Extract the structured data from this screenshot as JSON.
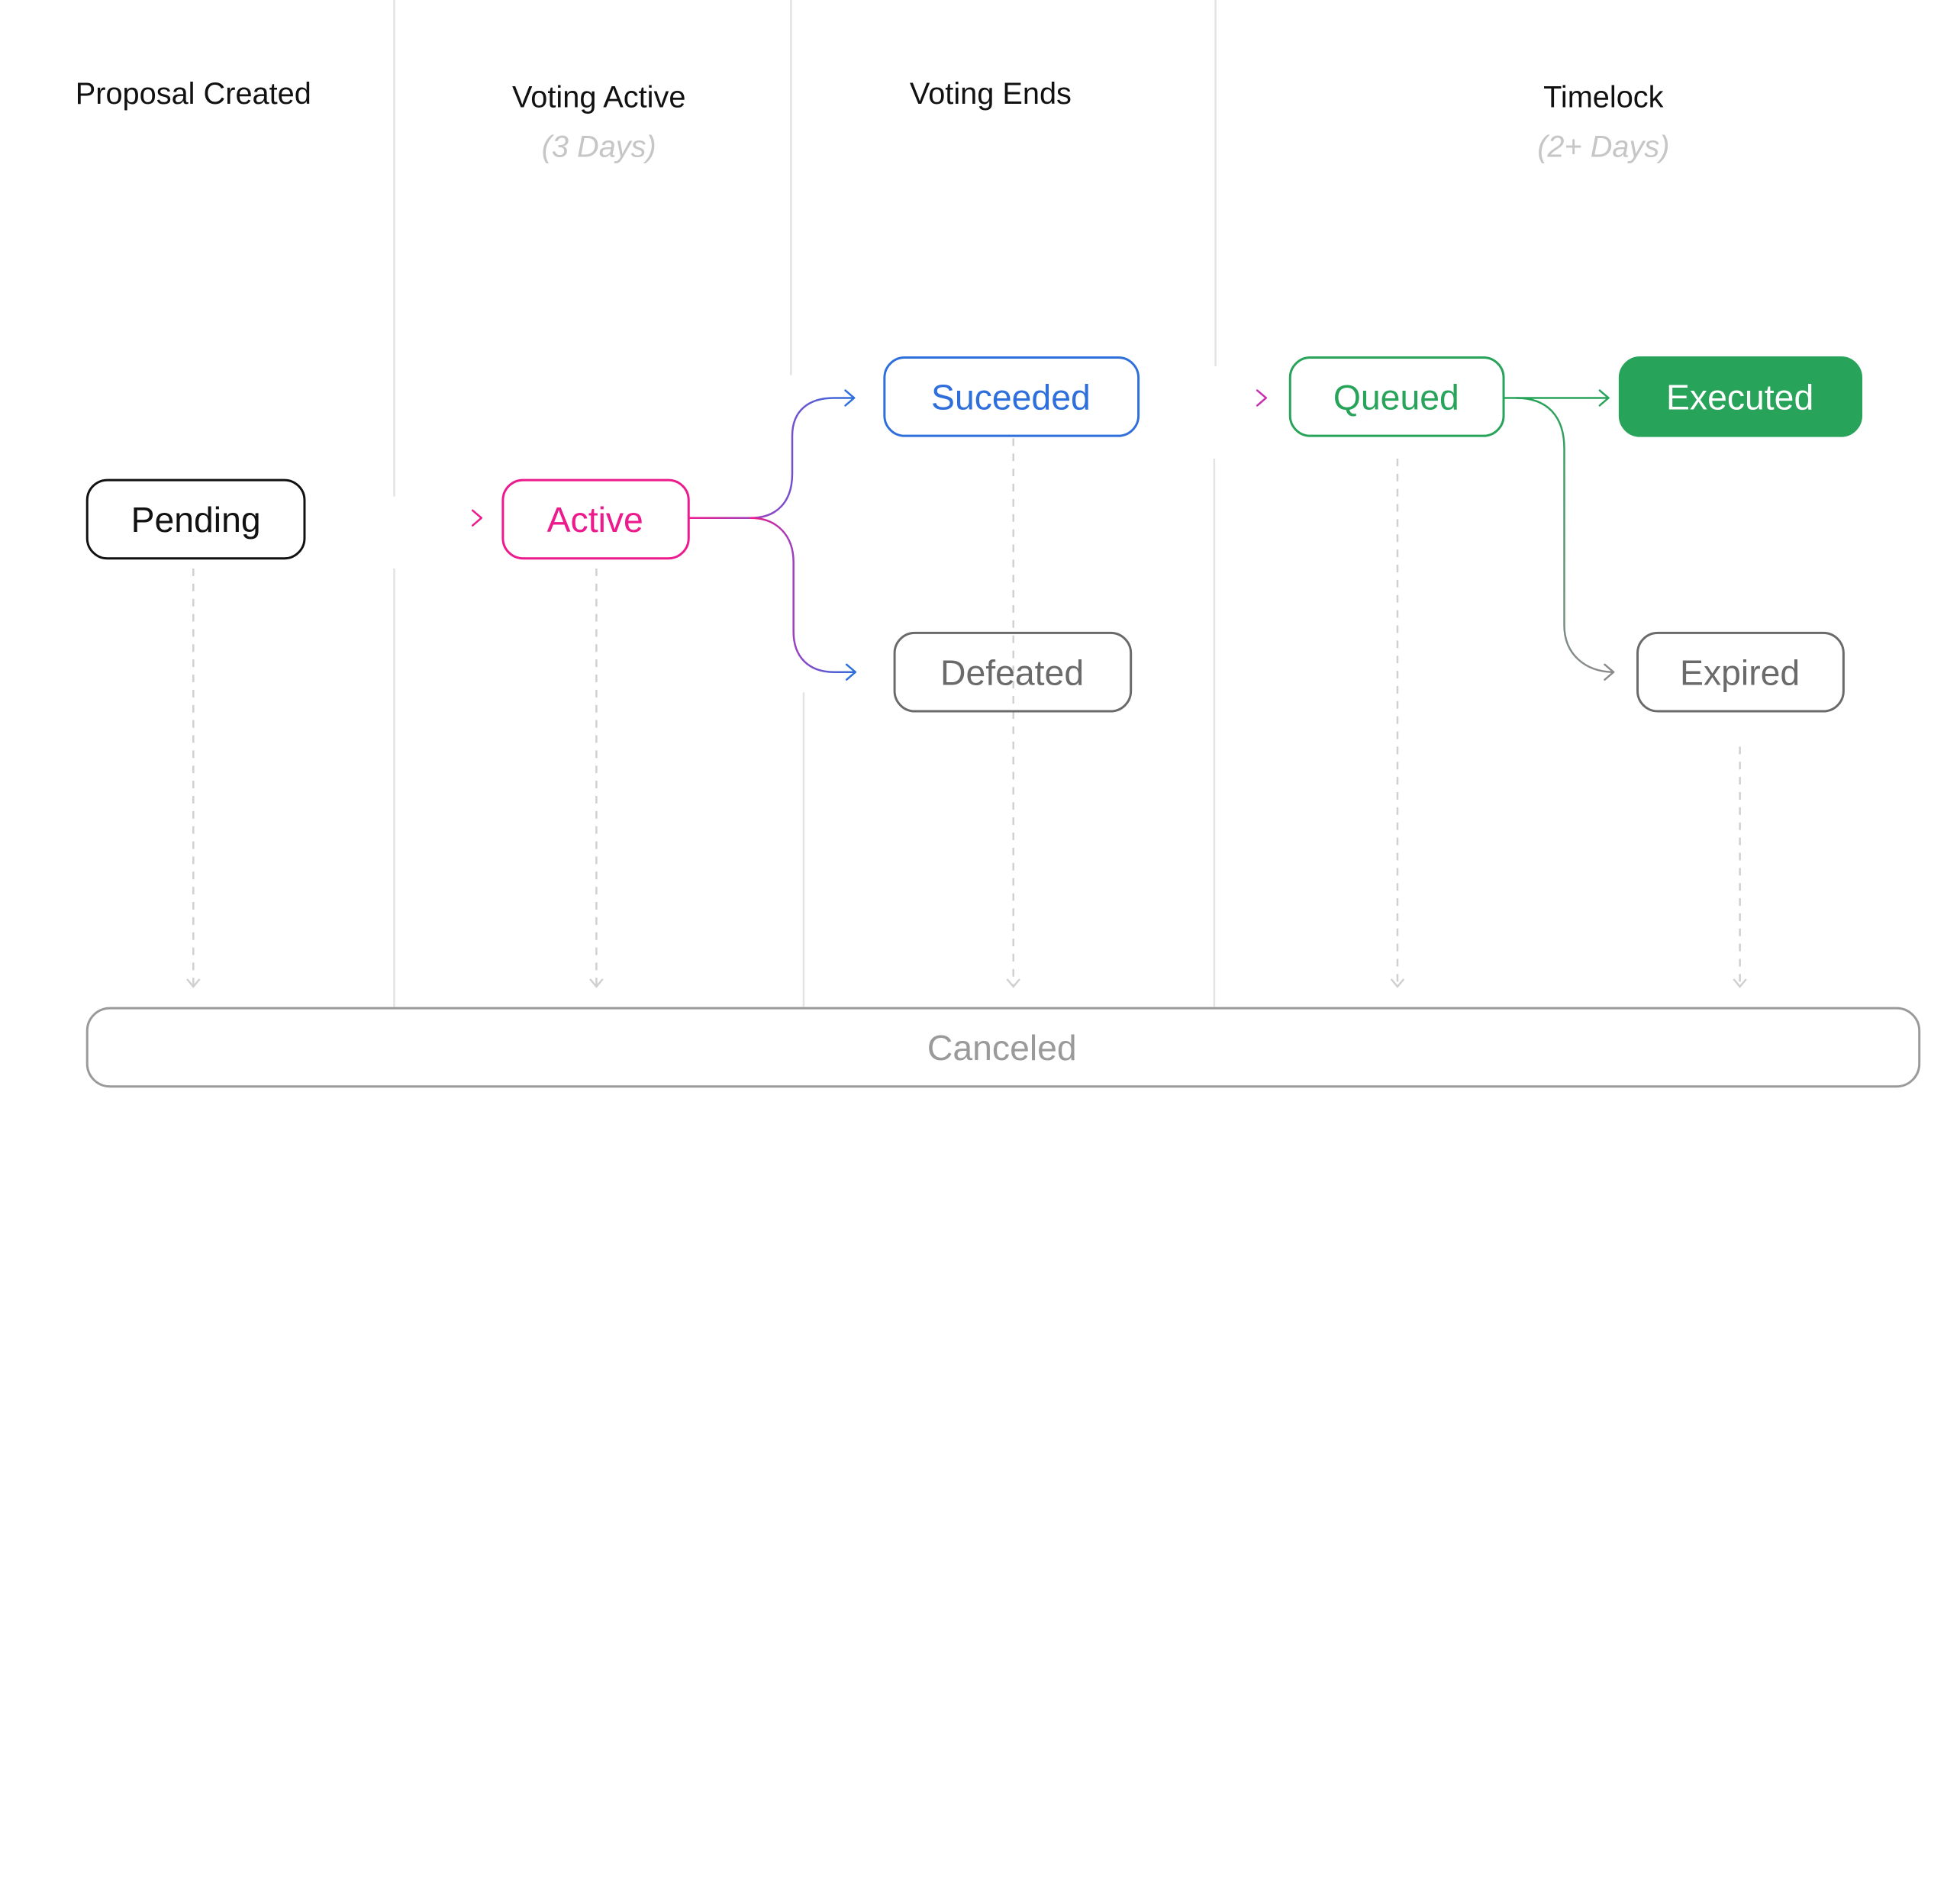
{
  "phases": [
    {
      "title": "Proposal Created",
      "subtitle": ""
    },
    {
      "title": "Voting Active",
      "subtitle": "(3 Days)"
    },
    {
      "title": "Voting Ends",
      "subtitle": ""
    },
    {
      "title": "Timelock",
      "subtitle": "(2+ Days)"
    }
  ],
  "states": {
    "pending": "Pending",
    "active": "Active",
    "succeeded": "Suceeded",
    "defeated": "Defeated",
    "queued": "Queued",
    "executed": "Executed",
    "expired": "Expired",
    "canceled": "Canceled"
  },
  "colors": {
    "pending": "#111111",
    "active": "#ec1a8c",
    "succeeded": "#2f6fdc",
    "queued": "#27a35a",
    "executed": "#27a35a",
    "neutral": "#6a6a6a",
    "canceled": "#9a9a9a",
    "subtitle": "#c6c6c6",
    "divider": "#e3e3e3"
  }
}
